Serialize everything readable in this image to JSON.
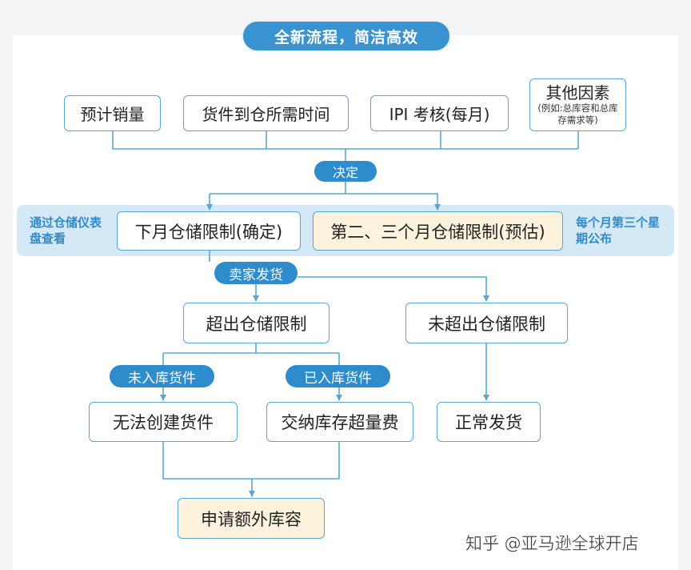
{
  "title": "全新流程，简洁高效",
  "inputs": [
    {
      "label": "预计销量"
    },
    {
      "label": "货件到仓所需时间"
    },
    {
      "label": "IPI 考核(每月)"
    },
    {
      "label": "其他因素",
      "note": "(例如:总库容和总库存需求等)"
    }
  ],
  "decision_label": "决定",
  "limits": {
    "next_month": "下月仓储限制(确定)",
    "future_months": "第二、三个月仓储限制(预估)",
    "left_note": "通过仓储仪表盘查看",
    "right_note": "每个月第三个星期公布"
  },
  "seller_ships_label": "卖家发货",
  "branches": {
    "exceeds": "超出仓储限制",
    "not_exceeds": "未超出仓储限制",
    "not_in_stock_label": "未入库货件",
    "in_stock_label": "已入库货件",
    "cannot_create": "无法创建货件",
    "pay_fee": "交纳库存超量费",
    "normal_ship": "正常发货",
    "apply_capacity": "申请额外库容"
  },
  "watermark": "知乎 @亚马逊全球开店",
  "colors": {
    "line": "#5aa6d3",
    "pill": "#2e8ccc",
    "band": "#d5e8f5",
    "cream": "#fdf3dc"
  }
}
